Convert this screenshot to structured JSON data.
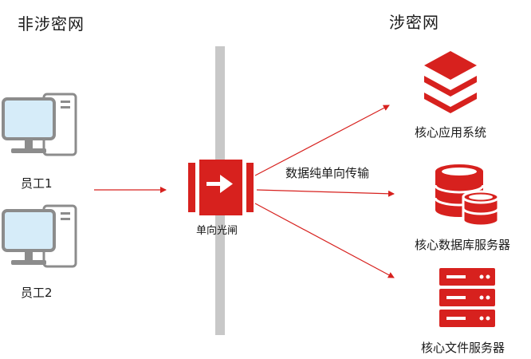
{
  "zones": {
    "left": "非涉密网",
    "right": "涉密网"
  },
  "clients": [
    {
      "label": "员工1"
    },
    {
      "label": "员工2"
    }
  ],
  "gateway": {
    "label": "单向光闸",
    "flow_label": "数据纯单向传输"
  },
  "servers": [
    {
      "label": "核心应用系统",
      "icon": "layers-stack-icon"
    },
    {
      "label": "核心数据库服务器",
      "icon": "database-icon"
    },
    {
      "label": "核心文件服务器",
      "icon": "server-rack-icon"
    }
  ],
  "colors": {
    "accent": "#d7211e",
    "barrier": "#c8c8c8",
    "monitor_fill": "#d6ecf9",
    "device_stroke": "#8c8c8c"
  }
}
